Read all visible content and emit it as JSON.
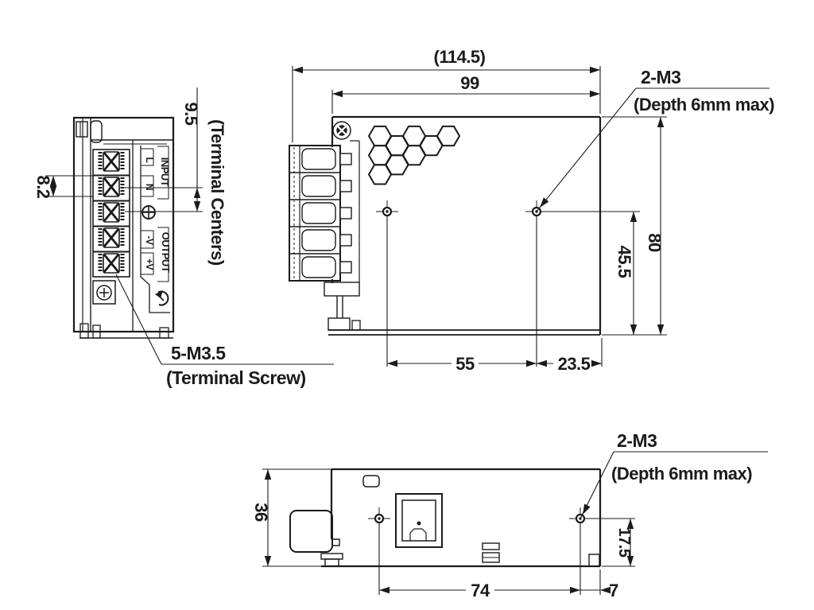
{
  "page": {
    "background": "#ffffff",
    "line_color": "#1b1b1b"
  },
  "front_view": {
    "dim_terminal_offset": "8.2",
    "dim_terminal_pitch": "9.5",
    "terminal_pitch_note": "(Terminal Centers)",
    "label_input": "INPUT",
    "label_l": "L",
    "label_n": "N",
    "label_output": "OUTPUT",
    "label_neg_v": "-V",
    "label_pos_v": "+V",
    "screw_callout": "5-M3.5",
    "screw_note": "(Terminal Screw)"
  },
  "top_view": {
    "dim_overall_depth": "(114.5)",
    "dim_body_depth": "99",
    "hole_callout": "2-M3",
    "hole_note": "(Depth 6mm max)",
    "dim_height": "80",
    "dim_hole_to_edge_v": "45.5",
    "dim_hole_spacing": "55",
    "dim_hole_to_edge_h": "23.5"
  },
  "bottom_view": {
    "dim_height": "36",
    "hole_callout": "2-M3",
    "hole_note": "(Depth 6mm max)",
    "dim_hole_to_bottom": "17.5",
    "dim_hole_spacing": "74",
    "dim_hole_to_edge": "7"
  }
}
